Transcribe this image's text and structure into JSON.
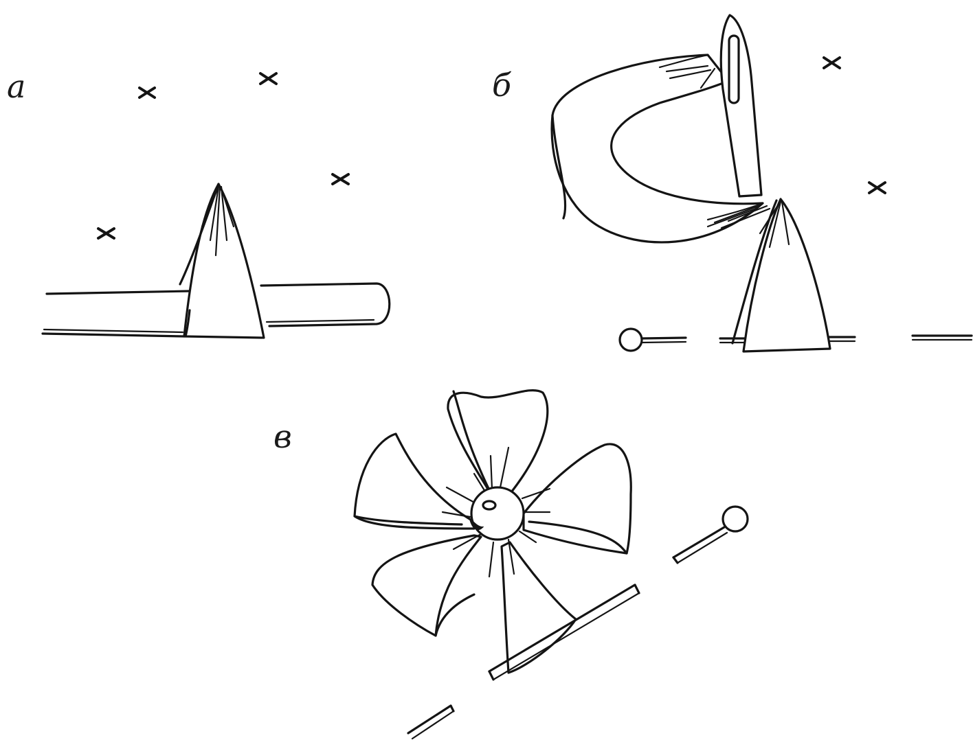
{
  "figure": {
    "panels": [
      {
        "id": "a",
        "label": "а"
      },
      {
        "id": "b",
        "label": "б"
      },
      {
        "id": "v",
        "label": "в"
      }
    ]
  }
}
